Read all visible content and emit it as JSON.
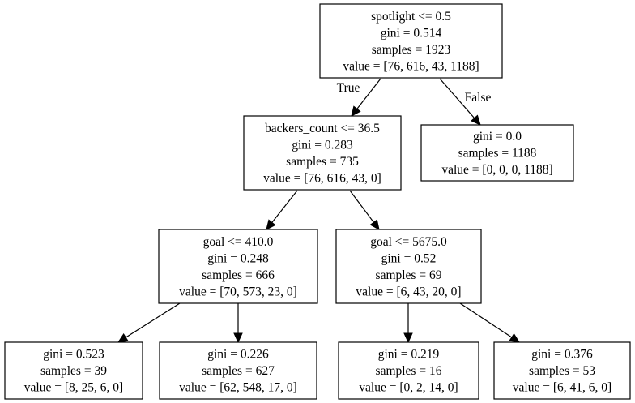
{
  "tree": {
    "nodes": [
      {
        "id": "n0",
        "lines": [
          "spotlight <= 0.5",
          "gini = 0.514",
          "samples = 1923",
          "value = [76, 616, 43, 1188]"
        ]
      },
      {
        "id": "n1",
        "lines": [
          "backers_count <= 36.5",
          "gini = 0.283",
          "samples = 735",
          "value = [76, 616, 43, 0]"
        ]
      },
      {
        "id": "n2",
        "lines": [
          "gini = 0.0",
          "samples = 1188",
          "value = [0, 0, 0, 1188]"
        ]
      },
      {
        "id": "n3",
        "lines": [
          "goal <= 410.0",
          "gini = 0.248",
          "samples = 666",
          "value = [70, 573, 23, 0]"
        ]
      },
      {
        "id": "n4",
        "lines": [
          "goal <= 5675.0",
          "gini = 0.52",
          "samples = 69",
          "value = [6, 43, 20, 0]"
        ]
      },
      {
        "id": "n5",
        "lines": [
          "gini = 0.523",
          "samples = 39",
          "value = [8, 25, 6, 0]"
        ]
      },
      {
        "id": "n6",
        "lines": [
          "gini = 0.226",
          "samples = 627",
          "value = [62, 548, 17, 0]"
        ]
      },
      {
        "id": "n7",
        "lines": [
          "gini = 0.219",
          "samples = 16",
          "value = [0, 2, 14, 0]"
        ]
      },
      {
        "id": "n8",
        "lines": [
          "gini = 0.376",
          "samples = 53",
          "value = [6, 41, 6, 0]"
        ]
      }
    ],
    "edges": [
      {
        "from": "n0",
        "to": "n1",
        "label": "True"
      },
      {
        "from": "n0",
        "to": "n2",
        "label": "False"
      },
      {
        "from": "n1",
        "to": "n3",
        "label": ""
      },
      {
        "from": "n1",
        "to": "n4",
        "label": ""
      },
      {
        "from": "n3",
        "to": "n5",
        "label": ""
      },
      {
        "from": "n3",
        "to": "n6",
        "label": ""
      },
      {
        "from": "n4",
        "to": "n7",
        "label": ""
      },
      {
        "from": "n4",
        "to": "n8",
        "label": ""
      }
    ]
  }
}
